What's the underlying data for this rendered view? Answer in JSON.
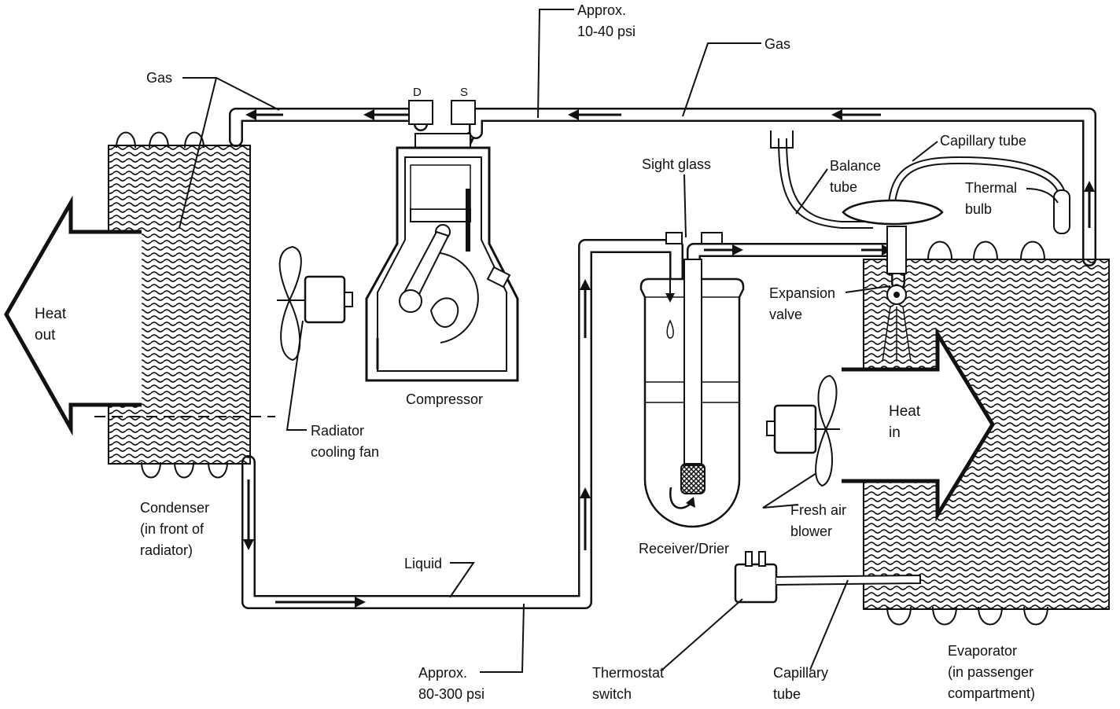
{
  "labels": {
    "gas_left": "Gas",
    "approx_low": [
      "Approx.",
      "10-40 psi"
    ],
    "gas_right": "Gas",
    "discharge": "D",
    "suction": "S",
    "sight_glass": "Sight glass",
    "capillary_tube_top": "Capillary tube",
    "balance_tube": [
      "Balance",
      "tube"
    ],
    "thermal_bulb": [
      "Thermal",
      "bulb"
    ],
    "expansion_valve": [
      "Expansion",
      "valve"
    ],
    "heat_out": [
      "Heat",
      "out"
    ],
    "heat_in": [
      "Heat",
      "in"
    ],
    "compressor": "Compressor",
    "radiator_fan": [
      "Radiator",
      "cooling fan"
    ],
    "condenser": [
      "Condenser",
      "(in front of",
      "radiator)"
    ],
    "liquid": "Liquid",
    "receiver_drier": "Receiver/Drier",
    "fresh_air_blower": [
      "Fresh air",
      "blower"
    ],
    "approx_high": [
      "Approx.",
      "80-300 psi"
    ],
    "thermostat_switch": [
      "Thermostat",
      "switch"
    ],
    "capillary_tube_bottom": [
      "Capillary",
      "tube"
    ],
    "evaporator": [
      "Evaporator",
      "(in passenger",
      "compartment)"
    ]
  }
}
